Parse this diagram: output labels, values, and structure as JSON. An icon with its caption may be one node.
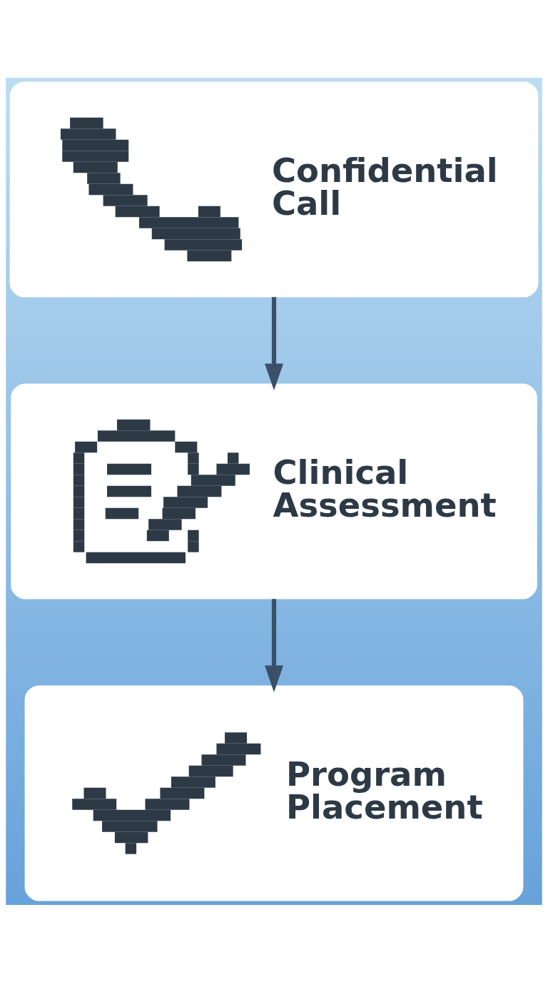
{
  "diagram": {
    "nodes": [
      {
        "text": [
          "Confidential Call"
        ]
      },
      {
        "text": [
          "Clinical Assessment"
        ]
      },
      {
        "text": [
          "Program Placement"
        ]
      }
    ],
    "edges": [
      {
        "from": 0,
        "to": 1,
        "arrow": "to"
      },
      {
        "from": 1,
        "to": 2,
        "arrow": "to"
      }
    ]
  }
}
